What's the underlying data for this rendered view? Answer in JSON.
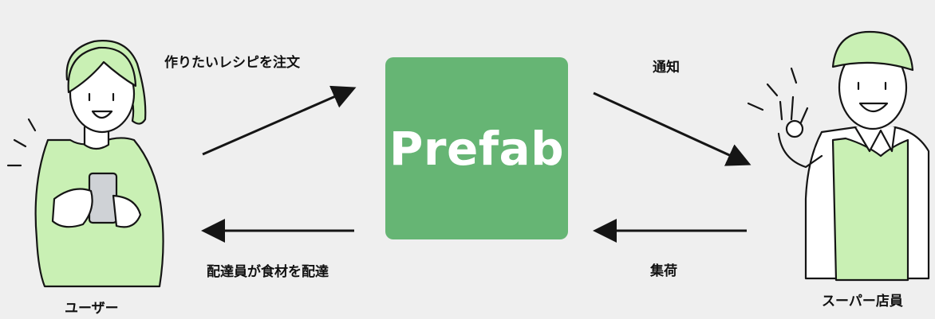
{
  "diagram": {
    "center": {
      "label": "Prefab",
      "color": "#66b574"
    },
    "actors": [
      {
        "id": "user",
        "label": "ユーザー"
      },
      {
        "id": "staff",
        "label": "スーパー店員"
      }
    ],
    "flows": [
      {
        "id": "order",
        "label": "作りたいレシピを注文"
      },
      {
        "id": "notify",
        "label": "通知"
      },
      {
        "id": "delivery",
        "label": "配達員が食材を配達"
      },
      {
        "id": "pickup",
        "label": "集荷"
      }
    ],
    "colors": {
      "clothing": "#c9f0b4",
      "ink": "#151515",
      "background": "#efefef"
    }
  }
}
